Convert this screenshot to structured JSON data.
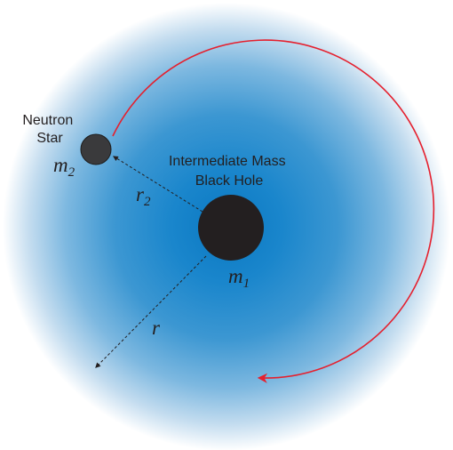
{
  "diagram": {
    "colors": {
      "halo_center": "#0a78c2",
      "halo_edge": "#ffffff",
      "orbit": "#e5202e",
      "bodies": "#231f20"
    },
    "neutron_star": {
      "label_line1": "Neutron",
      "label_line2": "Star",
      "mass_symbol": "m",
      "mass_subscript": "2"
    },
    "black_hole": {
      "label_line1": "Intermediate Mass",
      "label_line2": "Black Hole",
      "mass_symbol": "m",
      "mass_subscript": "1"
    },
    "distances": {
      "r2_symbol": "r",
      "r2_subscript": "2",
      "r_symbol": "r"
    }
  }
}
